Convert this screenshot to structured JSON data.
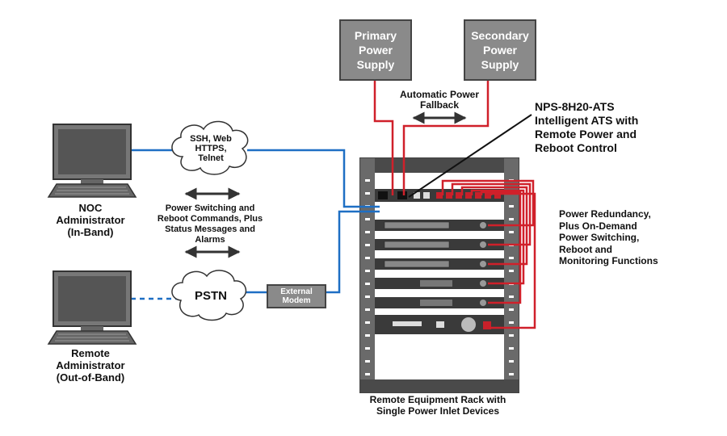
{
  "primary_supply": [
    "Primary",
    "Power",
    "Supply"
  ],
  "secondary_supply": [
    "Secondary",
    "Power",
    "Supply"
  ],
  "fallback": [
    "Automatic Power",
    "Fallback"
  ],
  "ats": [
    "NPS-8H20-ATS",
    "Intelligent ATS with",
    "Remote Power and",
    "Reboot Control"
  ],
  "noc": [
    "NOC",
    "Administrator",
    "(In-Band)"
  ],
  "remote_admin": [
    "Remote",
    "Administrator",
    "(Out-of-Band)"
  ],
  "ssh_cloud": [
    "SSH, Web",
    "HTTPS,",
    "Telnet"
  ],
  "pstn_cloud": "PSTN",
  "commands": [
    "Power Switching and",
    "Reboot Commands, Plus",
    "Status Messages and",
    "Alarms"
  ],
  "modem": [
    "External",
    "Modem"
  ],
  "redundancy": [
    "Power Redundancy,",
    "Plus On-Demand",
    "Power Switching,",
    "Reboot and",
    "Monitoring Functions"
  ],
  "rack": [
    "Remote Equipment Rack with",
    "Single Power Inlet Devices"
  ],
  "colors": {
    "power_line": "#d0202a",
    "network_line": "#1e6fc4",
    "box_fill": "#8a8a8a",
    "rack_frame": "#555555"
  }
}
